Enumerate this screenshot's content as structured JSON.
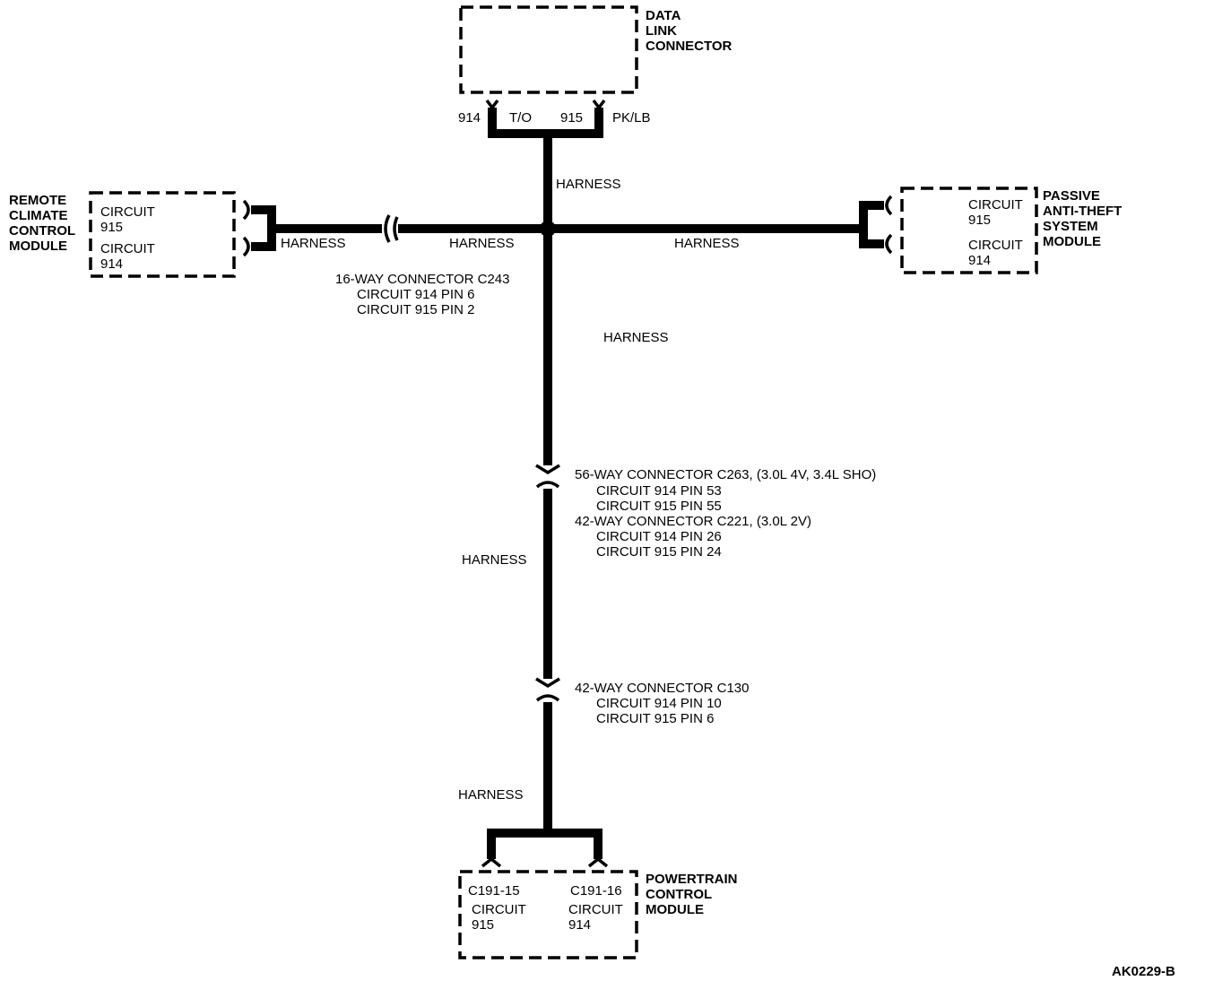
{
  "dlc": {
    "name": [
      "DATA",
      "LINK",
      "CONNECTOR"
    ],
    "pin_914": "914",
    "color_914": "T/O",
    "pin_915": "915",
    "color_915": "PK/LB"
  },
  "rccm": {
    "name": [
      "REMOTE",
      "CLIMATE",
      "CONTROL",
      "MODULE"
    ],
    "circuit_a": [
      "CIRCUIT",
      "915"
    ],
    "circuit_b": [
      "CIRCUIT",
      "914"
    ]
  },
  "pats": {
    "name": [
      "PASSIVE",
      "ANTI-THEFT",
      "SYSTEM",
      "MODULE"
    ],
    "circuit_a": [
      "CIRCUIT",
      "915"
    ],
    "circuit_b": [
      "CIRCUIT",
      "914"
    ]
  },
  "pcm": {
    "name": [
      "POWERTRAIN",
      "CONTROL",
      "MODULE"
    ],
    "left_pin": "C191-15",
    "left_circuit": [
      "CIRCUIT",
      "915"
    ],
    "right_pin": "C191-16",
    "right_circuit": [
      "CIRCUIT",
      "914"
    ]
  },
  "harness_label": "HARNESS",
  "c243": [
    "16-WAY CONNECTOR C243",
    "CIRCUIT 914 PIN 6",
    "CIRCUIT 915 PIN 2"
  ],
  "c263": [
    "56-WAY CONNECTOR C263, (3.0L 4V, 3.4L SHO)",
    "CIRCUIT 914 PIN 53",
    "CIRCUIT 915 PIN 55",
    "42-WAY CONNECTOR C221, (3.0L 2V)",
    "CIRCUIT 914 PIN 26",
    "CIRCUIT 915 PIN 24"
  ],
  "c130": [
    "42-WAY CONNECTOR C130",
    "CIRCUIT 914 PIN 10",
    "CIRCUIT 915 PIN 6"
  ],
  "figure_id": "AK0229-B"
}
